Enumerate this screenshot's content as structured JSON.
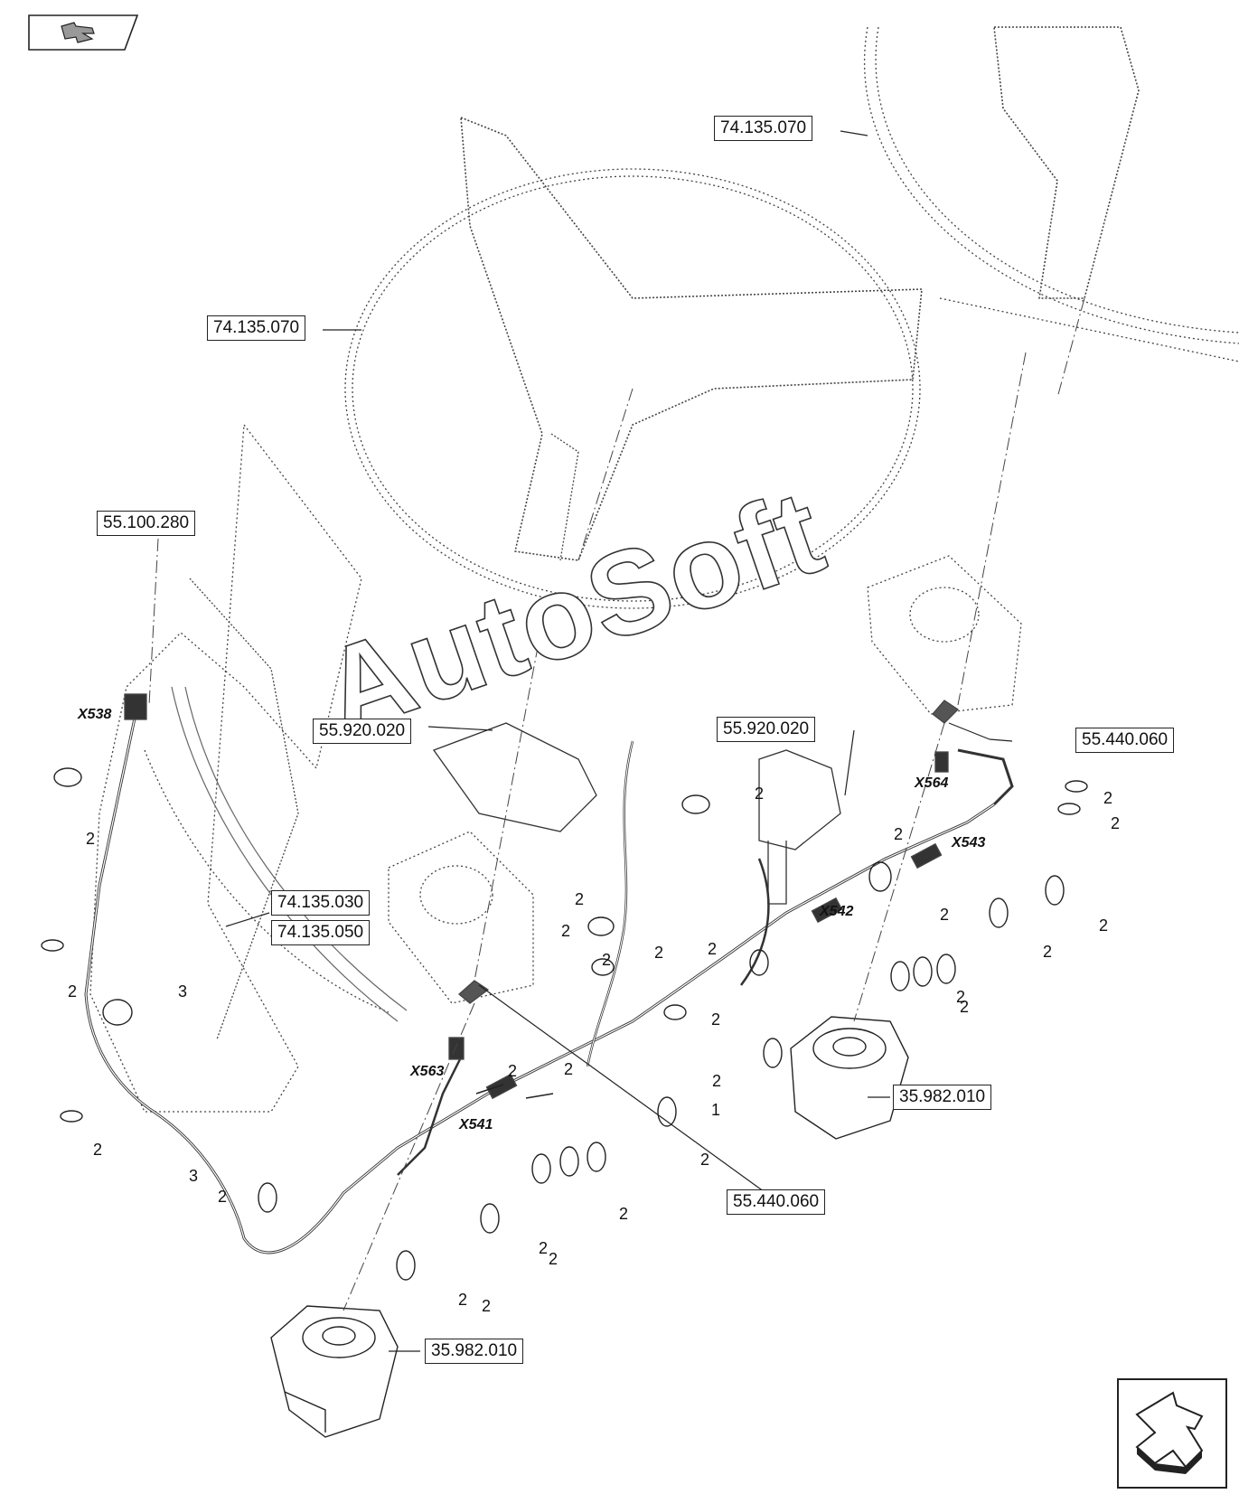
{
  "watermark": "AutoSoft",
  "references": {
    "r1": "74.135.070",
    "r2": "74.135.070",
    "r3": "55.100.280",
    "r4": "55.920.020",
    "r5": "55.920.020",
    "r6": "55.440.060",
    "r7": "74.135.030",
    "r8": "74.135.050",
    "r9": "55.440.060",
    "r10": "35.982.010",
    "r11": "35.982.010"
  },
  "connectors": {
    "x538": "X538",
    "x564": "X564",
    "x543": "X543",
    "x542": "X542",
    "x563": "X563",
    "x541": "X541"
  },
  "item_numbers": {
    "n01": "2",
    "n02": "2",
    "n03": "2",
    "n04": "2",
    "n05": "3",
    "n06": "2",
    "n07": "3",
    "n08": "2",
    "n09": "2",
    "n10": "2",
    "n11": "2",
    "n12": "2",
    "n13": "2",
    "n14": "2",
    "n15": "2",
    "n16": "2",
    "n17": "2",
    "n18": "2",
    "n19": "2",
    "n20": "2",
    "n21": "2",
    "n22": "2",
    "n23": "2",
    "n24": "2",
    "n25": "2",
    "n26": "1",
    "n27": "2",
    "n28": "2",
    "n29": "2",
    "n30": "2",
    "n31": "2"
  },
  "nav": {
    "top_icon": "previous-page-arrow-icon",
    "bottom_icon": "next-page-arrow-icon"
  }
}
